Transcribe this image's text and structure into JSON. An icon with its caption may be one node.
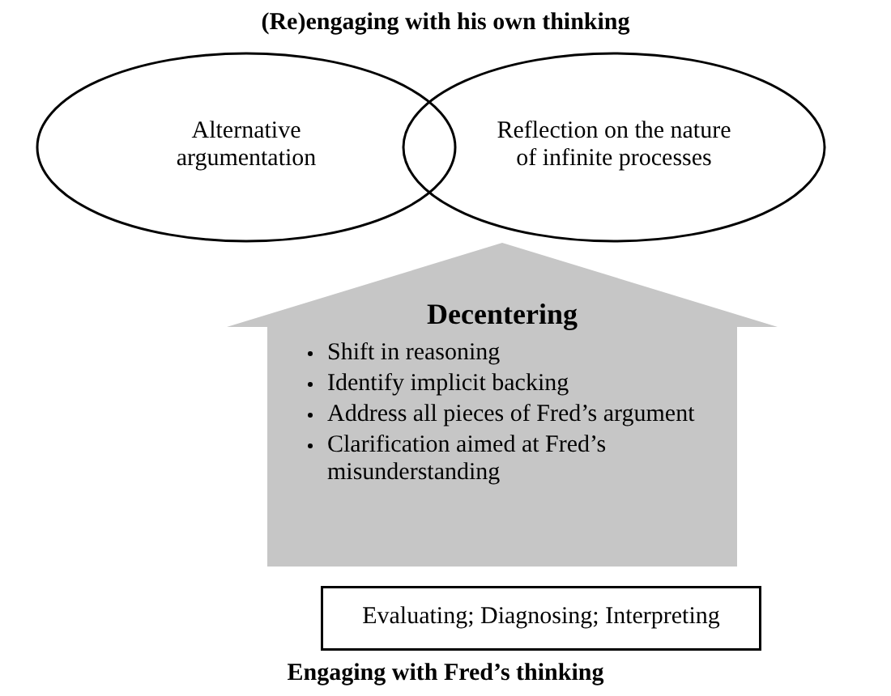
{
  "diagram": {
    "title": "(Re)engaging with his own thinking",
    "caption": "Engaging with Fred’s thinking",
    "nodes": [
      {
        "text": [
          "Alternative argumentation"
        ]
      },
      {
        "text": [
          "Reflection on the nature of infinite processes"
        ]
      },
      {
        "text": [
          "Decentering",
          "Shift in reasoning",
          "Identify implicit backing",
          "Address all pieces of Fred’s argument",
          "Clarification aimed at Fred’s misunderstanding"
        ]
      },
      {
        "text": [
          "Evaluating; Diagnosing; Interpreting"
        ]
      }
    ]
  }
}
